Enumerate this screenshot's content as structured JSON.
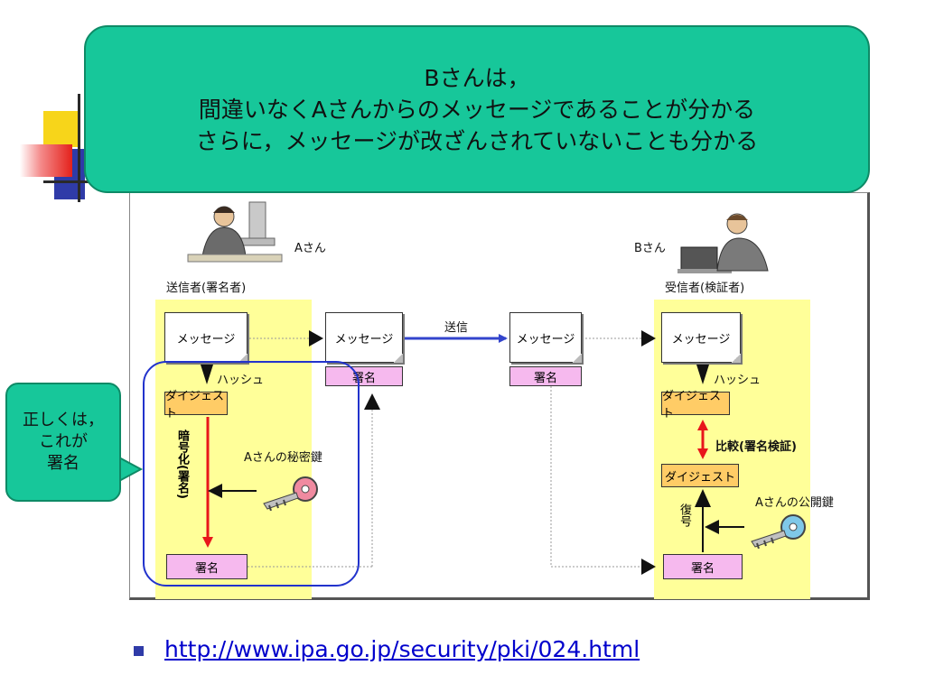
{
  "callout_top": {
    "line1": "Bさんは，",
    "line2": "間違いなくAさんからのメッセージであることが分かる",
    "line3": "さらに，メッセージが改ざんされていないことも分かる"
  },
  "callout_left": {
    "line1": "正しくは，",
    "line2": "これが",
    "line3": "署名"
  },
  "diagram": {
    "sender_name": "Aさん",
    "sender_role": "送信者(署名者)",
    "receiver_name": "Bさん",
    "receiver_role": "受信者(検証者)",
    "message": "メッセージ",
    "signature": "署名",
    "digest": "ダイジェスト",
    "hash": "ハッシュ",
    "send": "送信",
    "encrypt": "暗号化(署名)",
    "private_key": "Aさんの秘密鍵",
    "compare": "比較(署名検証)",
    "decrypt": "復号",
    "public_key": "Aさんの公開鍵"
  },
  "footer": {
    "link": "http://www.ipa.go.jp/security/pki/024.html"
  },
  "colors": {
    "callout_green": "#17c79a",
    "highlight_yellow": "#ffff99",
    "signature_pink": "#f6b9ee",
    "digest_orange": "#ffcc66",
    "arrow_red": "#e8161b",
    "arrow_blue": "#3344cc",
    "link_blue": "#0000cc"
  }
}
